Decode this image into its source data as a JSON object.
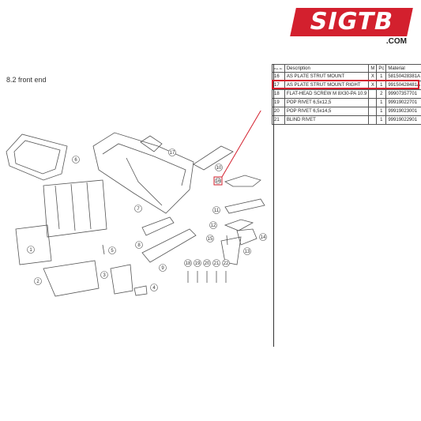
{
  "brand": {
    "logo_text": "SIGTB",
    "logo_suffix": ".COM",
    "accent": "#d3202e"
  },
  "section_title": "8.2  front end",
  "table": {
    "headers": {
      "pos": "Pos.-Nr.",
      "description": "Description",
      "m": "M",
      "pc": "Pc",
      "material": "Material"
    },
    "rows": [
      {
        "pos": "16",
        "description": "AS PLATE STRUT MOUNT",
        "m": "X",
        "pc": "1",
        "material": "58150428381A"
      },
      {
        "pos": "17",
        "description": "AS PLATE STRUT MOUNT RIGHT",
        "m": "X",
        "pc": "1",
        "material": "99150428481A"
      },
      {
        "pos": "18",
        "description": "FLAT-HEAD SCREW M 8X30-PA 10.9",
        "m": "",
        "pc": "2",
        "material": "99907357701"
      },
      {
        "pos": "19",
        "description": "POP RIVET 6,5x12,5",
        "m": "",
        "pc": "1",
        "material": "99919022701"
      },
      {
        "pos": "20",
        "description": "POP RIVET 6,5x14,5",
        "m": "",
        "pc": "1",
        "material": "99919023001"
      },
      {
        "pos": "21",
        "description": "BLIND RIVET",
        "m": "",
        "pc": "1",
        "material": "99919022901"
      }
    ]
  },
  "callouts": [
    "6",
    "17",
    "7",
    "10",
    "16",
    "11",
    "8",
    "12",
    "15",
    "14",
    "5",
    "13",
    "9",
    "18",
    "19",
    "20",
    "21",
    "22",
    "3",
    "4",
    "2",
    "1"
  ]
}
